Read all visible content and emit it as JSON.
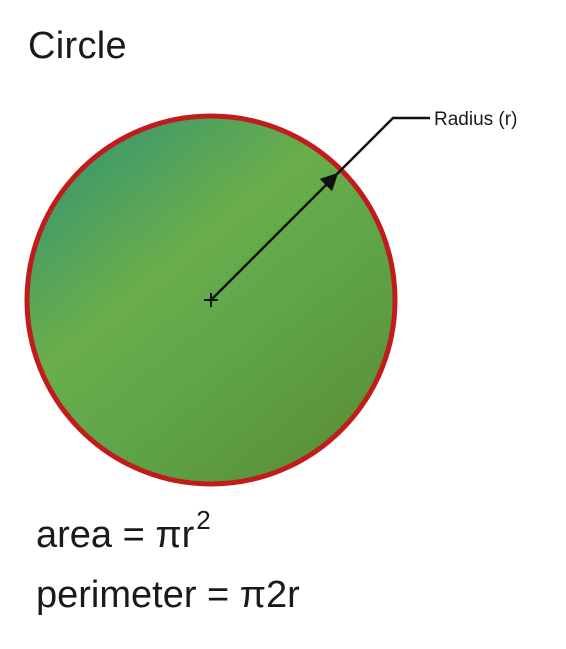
{
  "title": "Circle",
  "radius_label": "Radius (r)",
  "colors": {
    "fill_light": "#6aae4a",
    "fill_mid": "#5fa64a",
    "fill_dark": "#5b8f38",
    "fill_teal": "#3f9a6a",
    "outline": "#c11b1b",
    "line": "#111111"
  },
  "formulas": {
    "area_lhs": "area = πr",
    "area_exponent": "2",
    "perimeter": "perimeter = π2r"
  }
}
